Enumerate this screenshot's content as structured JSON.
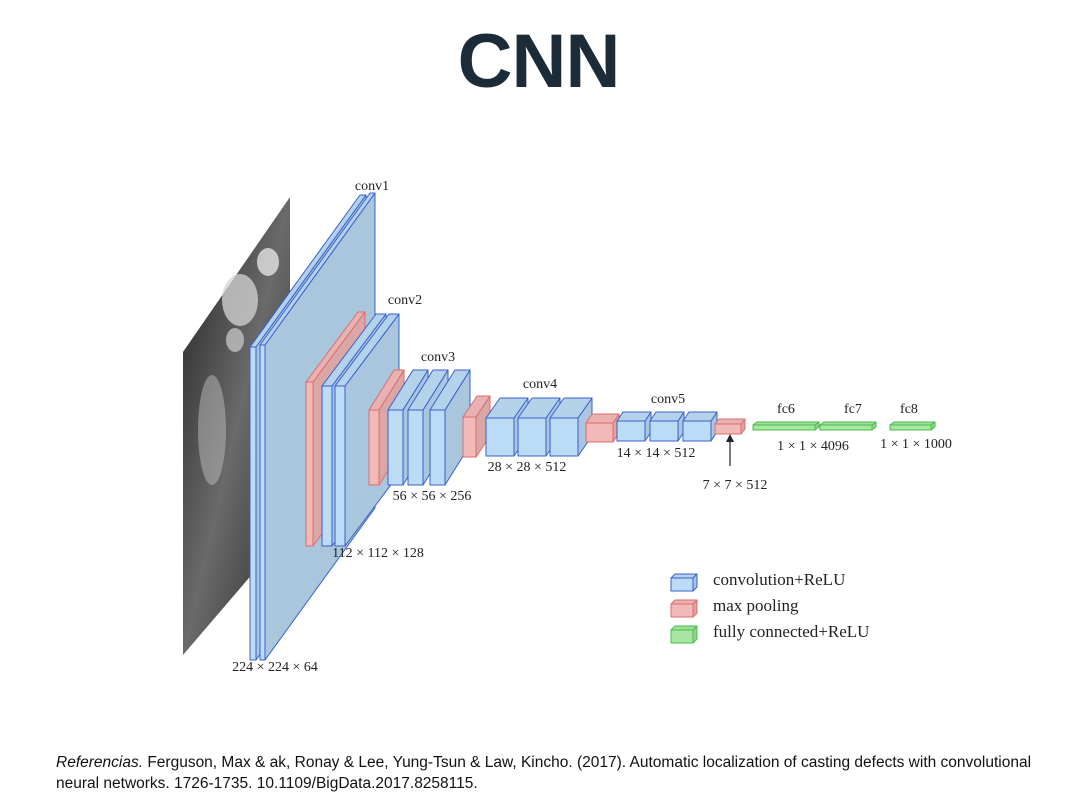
{
  "title": "CNN",
  "diagram": {
    "colors": {
      "conv_fill": "#bcdcf5",
      "conv_stroke": "#3a5fcf",
      "pool_fill": "#f2b9b9",
      "pool_stroke": "#e06a6a",
      "fc_fill": "#a9e6a3",
      "fc_stroke": "#44c044"
    },
    "layer_labels": {
      "conv1": "conv1",
      "conv2": "conv2",
      "conv3": "conv3",
      "conv4": "conv4",
      "conv5": "conv5",
      "fc6": "fc6",
      "fc7": "fc7",
      "fc8": "fc8"
    },
    "dims": {
      "d224": "224 × 224 × 64",
      "d112": "112 × 112 × 128",
      "d56": "56 × 56 × 256",
      "d28": "28 × 28 × 512",
      "d14": "14 × 14 × 512",
      "d7": "7 × 7 × 512",
      "d4096": "1 × 1 × 4096",
      "d1000": "1 × 1 × 1000"
    },
    "legend": [
      {
        "type": "conv",
        "label": "convolution+ReLU"
      },
      {
        "type": "pool",
        "label": "max pooling"
      },
      {
        "type": "fc",
        "label": "fully connected+ReLU"
      }
    ]
  },
  "reference": {
    "prefix": "Referencias.",
    "text": " Ferguson, Max & ak, Ronay & Lee, Yung-Tsun & Law, Kincho. (2017). Automatic localization of casting defects with convolutional neural networks. 1726-1735. 10.1109/BigData.2017.8258115."
  }
}
